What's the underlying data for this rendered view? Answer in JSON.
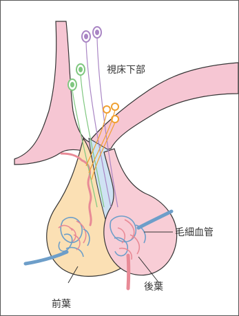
{
  "labels": {
    "hypothalamus": "視床下部",
    "capillaries": "毛細血管",
    "posterior_lobe": "後葉",
    "anterior_lobe": "前葉"
  },
  "colors": {
    "outline": "#333333",
    "brain_tissue": "#f6c6d3",
    "anterior_lobe": "#fbe0b4",
    "posterior_lobe": "#f8cdd6",
    "stalk_blue": "#cfe2f3",
    "artery": "#e88a96",
    "vein": "#6d9ec9",
    "neuron_purple": "#a985c4",
    "neuron_green": "#7fc77f",
    "neuron_orange": "#f0a030"
  }
}
